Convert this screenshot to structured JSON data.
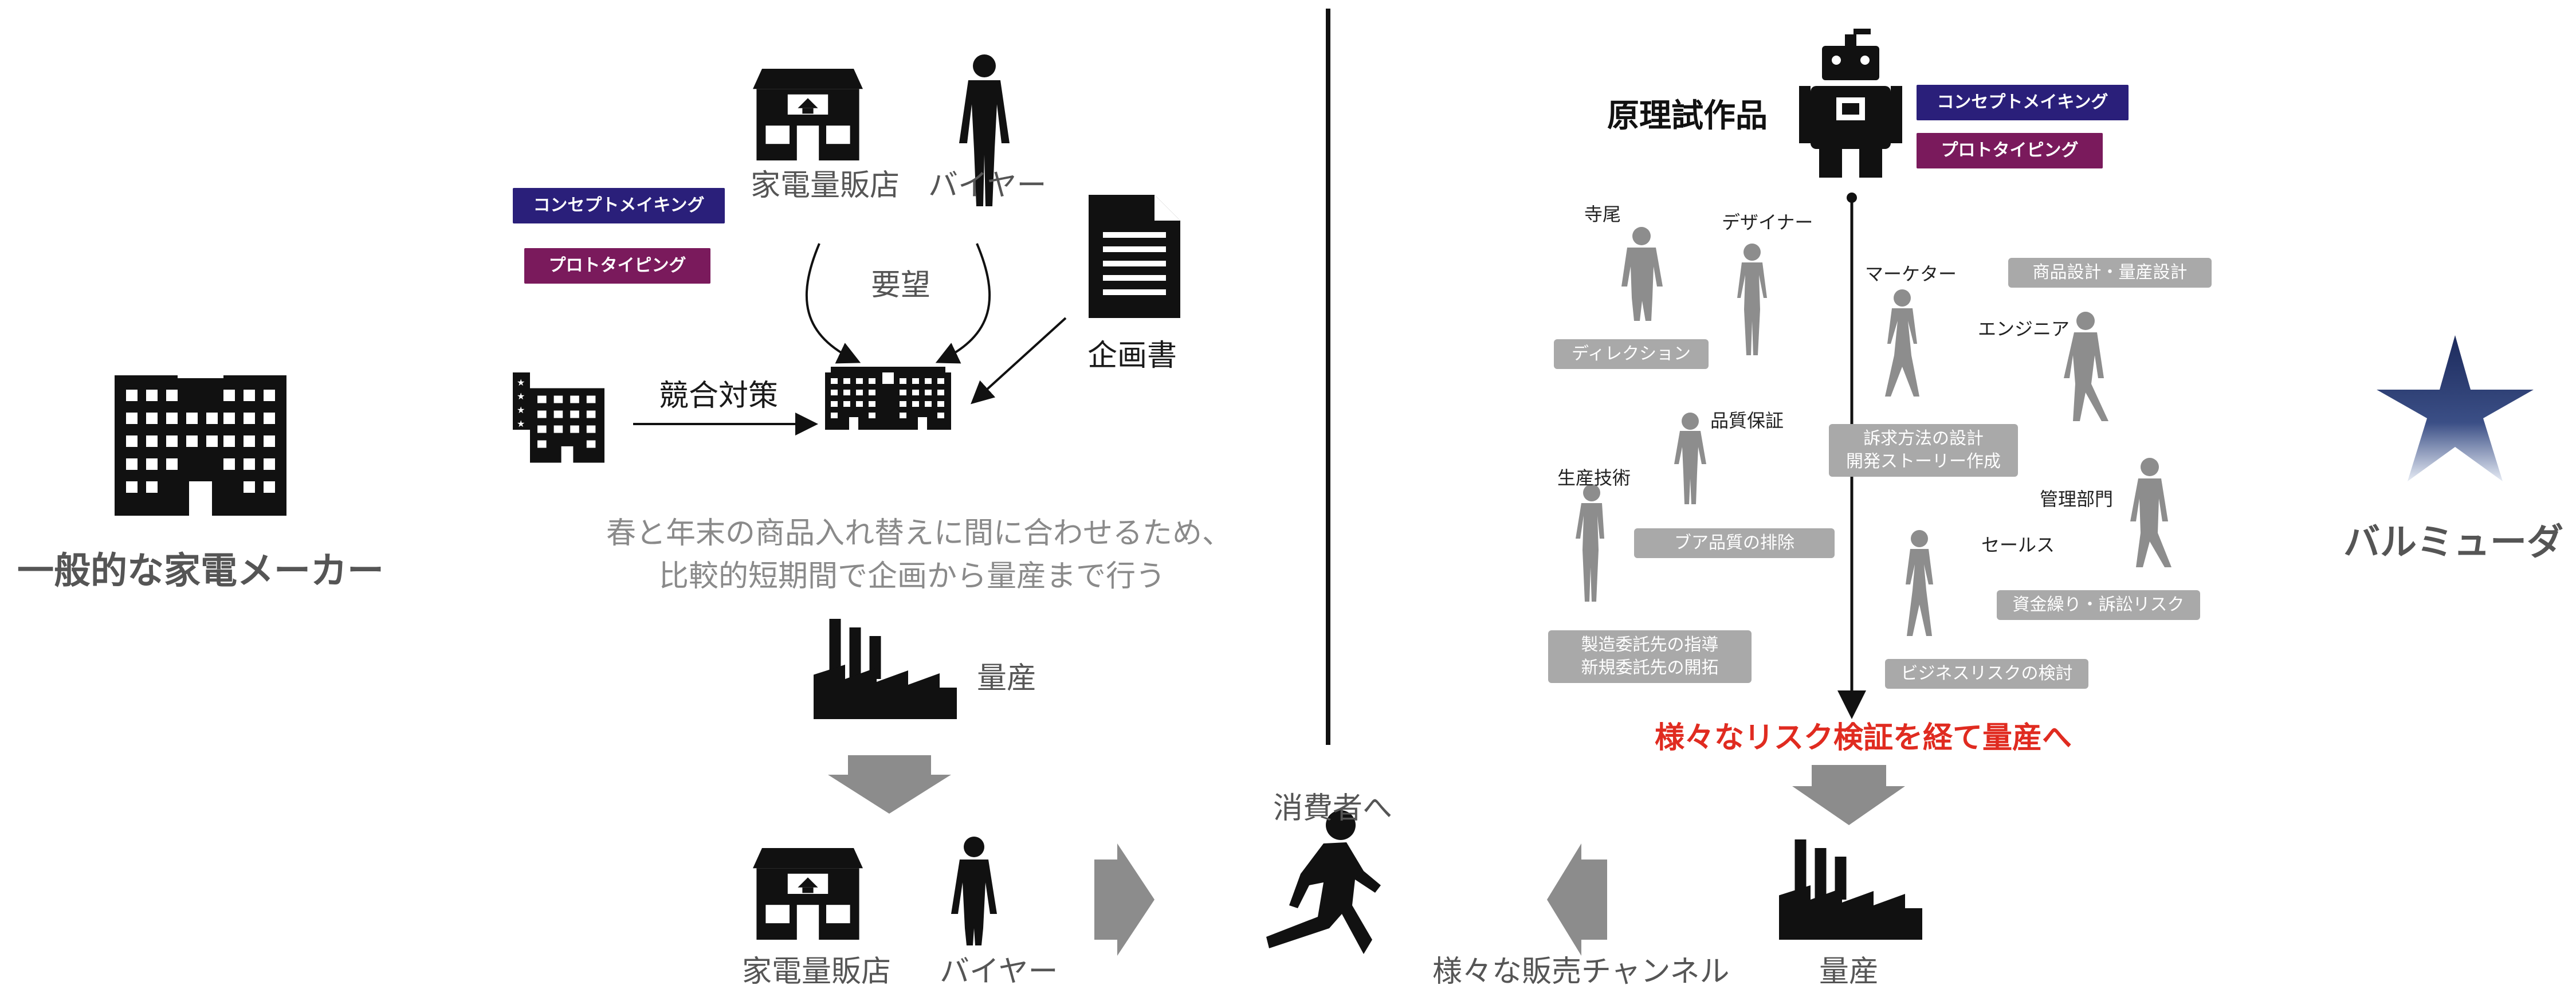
{
  "left": {
    "company_label": "一般的な家電メーカー",
    "retailer_label": "家電量販店",
    "buyer_label": "バイヤー",
    "request_label": "要望",
    "plan_doc_label": "企画書",
    "competition_label": "競合対策",
    "caption_line1": "春と年末の商品入れ替えに間に合わせるため、",
    "caption_line2": "比較的短期間で企画から量産まで行う",
    "mass_production_label": "量産",
    "bottom_retailer_label": "家電量販店",
    "bottom_buyer_label": "バイヤー"
  },
  "tags": {
    "concept": "コンセプトメイキング",
    "prototype": "プロトタイピング",
    "concept_color": "#2a1f7a",
    "prototype_color": "#7a1a5c"
  },
  "right": {
    "company_label": "バルミューダ",
    "prototype_label": "原理試作品",
    "roles": {
      "terao": "寺尾",
      "designer": "デザイナー",
      "marketer": "マーケター",
      "engineer": "エンジニア",
      "quality": "品質保証",
      "production": "生産技術",
      "management": "管理部門",
      "sales": "セールス"
    },
    "tasks": {
      "direction": "ディレクション",
      "appeal_line1": "訴求方法の設計",
      "appeal_line2": "開発ストーリー作成",
      "product_design": "商品設計・量産設計",
      "quality_task": "ブア品質の排除",
      "production_line1": "製造委託先の指導",
      "production_line2": "新規委託先の開拓",
      "finance": "資金繰り・訴訟リスク",
      "business_risk": "ビジネスリスクの検討"
    },
    "risk_caption": "様々なリスク検証を経て量産へ",
    "risk_color": "#e02b20",
    "mass_production_label": "量産"
  },
  "center": {
    "consumer_label": "消費者へ",
    "channels_label": "様々な販売チャンネル"
  }
}
